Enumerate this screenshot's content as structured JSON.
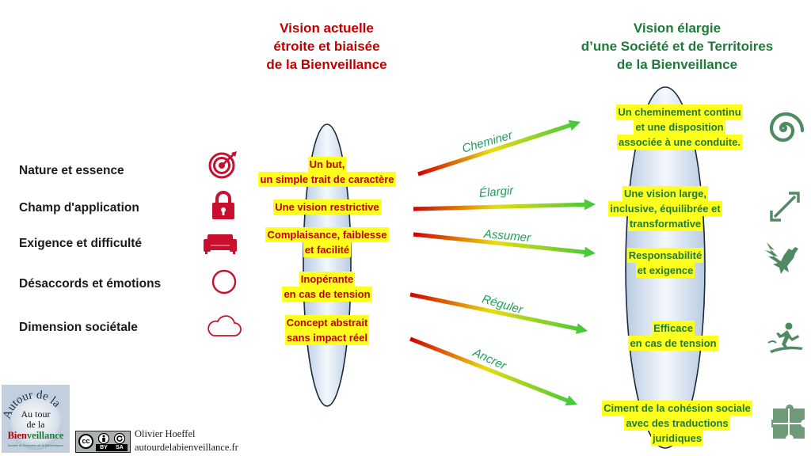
{
  "titles": {
    "current": [
      "Vision actuelle",
      "étroite et biaisée",
      "de la Bienveillance"
    ],
    "expanded": [
      "Vision élargie",
      "d’une Société et de Territoires",
      "de la Bienveillance"
    ]
  },
  "dimensions": [
    "Nature et essence",
    "Champ d'application",
    "Exigence et difficulté",
    "Désaccords et émotions",
    "Dimension sociétale"
  ],
  "current_vision": [
    [
      "Un but,",
      "un simple trait de caractère"
    ],
    [
      "Une vision restrictive"
    ],
    [
      "Complaisance, faiblesse",
      "et facilité"
    ],
    [
      "Inopérante",
      "en cas de tension"
    ],
    [
      "Concept abstrait",
      "sans impact réel"
    ]
  ],
  "expanded_vision": [
    [
      "Un cheminement continu",
      "et une disposition",
      "associée à une conduite."
    ],
    [
      "Une vision large,",
      "inclusive, équilibrée et",
      "transformative"
    ],
    [
      "Responsabilité",
      "et exigence"
    ],
    [
      "Efficace",
      "en cas de tension"
    ],
    [
      "Ciment de la cohésion sociale",
      "avec des traductions",
      "juridiques"
    ]
  ],
  "verbs": [
    "Cheminer",
    "Élargir",
    "Assumer",
    "Réguler",
    "Ancrer"
  ],
  "icons": {
    "left": [
      "target-icon",
      "padlock-icon",
      "sofa-icon",
      "circle-icon",
      "cloud-icon"
    ],
    "right": [
      "spiral-icon",
      "double-arrow-icon",
      "eagle-icon",
      "surfer-icon",
      "puzzle-icon"
    ]
  },
  "colors": {
    "current_title": "#c00000",
    "expanded_title": "#1f7a3a",
    "highlight": "#ffff1e",
    "arrow_start": "#d10000",
    "arrow_end": "#3cc83c",
    "icon_left": "#c8102e",
    "icon_right": "#4f8a63"
  },
  "logo": {
    "arc_text": "Autour de la",
    "line1": "Au tour",
    "line2": "de la",
    "brand_a": "Bien",
    "brand_b": "veillance",
    "tagline": "Société et Territoires de la Bienveillance"
  },
  "license": {
    "cc": "cc",
    "by": "BY",
    "sa": "SA"
  },
  "footer": {
    "author": "Olivier Hoeffel",
    "website": "autourdelabienveillance.fr"
  }
}
